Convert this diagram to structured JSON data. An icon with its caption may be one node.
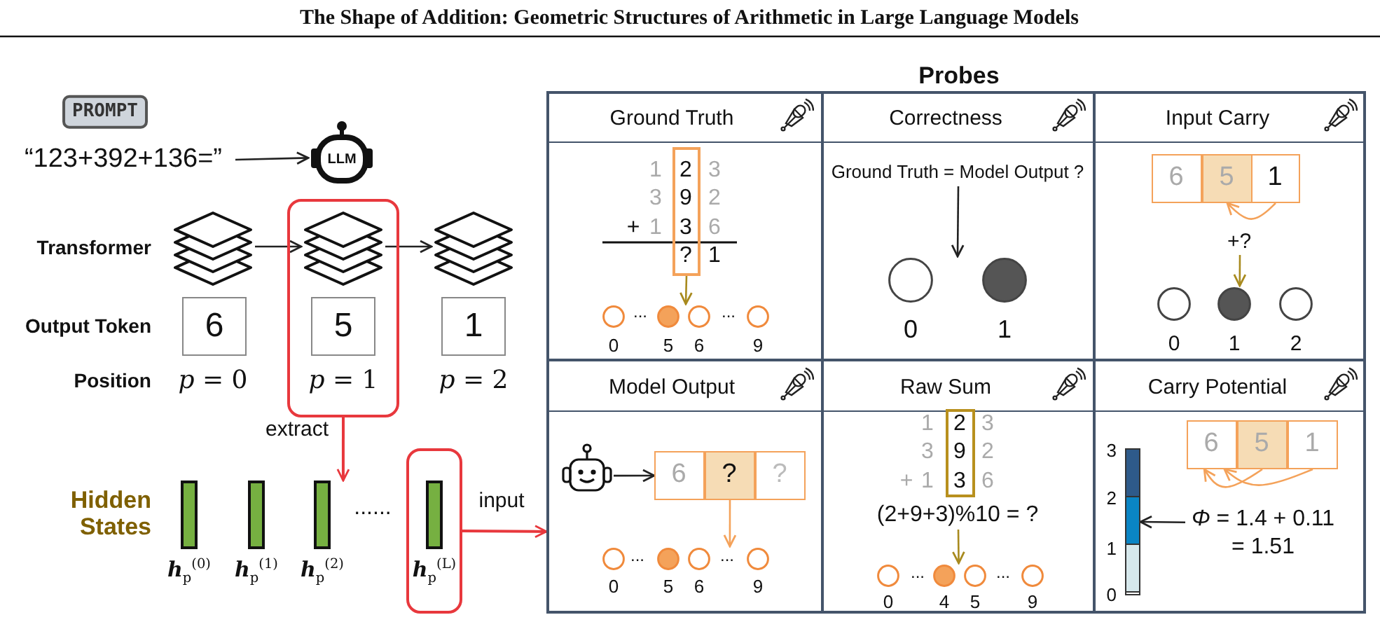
{
  "diagram": {
    "title": "The Shape of Addition: Geometric Structures of Arithmetic in Large Language Models",
    "nodes": [
      {
        "text": [
          "“123+392+136=”"
        ]
      },
      {
        "text": [
          "LLM"
        ]
      },
      {
        "text": [],
        "shape": "picture"
      },
      {
        "text": [],
        "shape": "box"
      },
      {
        "text": [],
        "shape": "picture",
        "in": 3
      },
      {
        "text": [],
        "shape": "picture"
      },
      {
        "text": [
          "6"
        ]
      },
      {
        "text": [
          "5"
        ],
        "in": 3
      },
      {
        "text": [
          "1"
        ]
      },
      {
        "text": [
          "**h**$_{p}$$^{(0)}$"
        ]
      },
      {
        "text": [
          "**h**$_{p}$$^{(1)}$"
        ]
      },
      {
        "text": [
          "**h**$_{p}$$^{(2)}$"
        ]
      },
      {
        "text": [],
        "shape": "box"
      },
      {
        "text": [
          "**h**$_{p}$$^{(L)}$"
        ],
        "in": 12
      },
      {
        "text": [
          "Probes"
        ]
      },
      {
        "text": [
          "Ground Truth"
        ],
        "in": 14
      },
      {
        "text": [
          "2",
          "9",
          "3",
          "?"
        ],
        "in": 15
      },
      {
        "text": [
          "Correctness"
        ],
        "in": 14
      },
      {
        "text": [
          "Ground Truth = Model Output ?"
        ],
        "in": 17
      },
      {
        "text": [
          "Input Carry"
        ],
        "in": 14
      },
      {
        "text": [
          "6"
        ],
        "in": 19
      },
      {
        "text": [
          "5"
        ],
        "in": 19
      },
      {
        "text": [
          "1"
        ],
        "in": 19
      },
      {
        "text": [
          "+?"
        ],
        "in": 19
      },
      {
        "text": [
          "Model Output"
        ],
        "in": 14
      },
      {
        "text": [],
        "shape": "robot",
        "in": 24
      },
      {
        "text": [
          "6"
        ],
        "in": 24
      },
      {
        "text": [
          "?"
        ],
        "in": 24
      },
      {
        "text": [
          "?"
        ],
        "in": 24
      },
      {
        "text": [
          "Raw Sum"
        ],
        "in": 14
      },
      {
        "text": [
          "2",
          "9",
          "3"
        ],
        "in": 29
      },
      {
        "text": [
          "(2+9+3)%10 = ?"
        ],
        "in": 29
      },
      {
        "text": [
          "Carry Potential"
        ],
        "in": 14
      },
      {
        "text": [
          "6"
        ],
        "in": 32
      },
      {
        "text": [
          "5"
        ],
        "in": 32
      },
      {
        "text": [
          "1"
        ],
        "in": 32
      },
      {
        "text": [],
        "shape": "bar",
        "in": 32
      },
      {
        "text": [
          "*Φ* = 1.4 + 0.11 = 1.51"
        ],
        "in": 32
      },
      {
        "text": [],
        "shape": "circle",
        "in": 15
      },
      {
        "text": [],
        "shape": "circle",
        "in": 17
      },
      {
        "text": [],
        "shape": "circle",
        "in": 19
      },
      {
        "text": [],
        "shape": "circle",
        "in": 24
      },
      {
        "text": [],
        "shape": "circle",
        "in": 29
      }
    ],
    "edges": [
      {
        "from": 0,
        "to": 1,
        "arrow": "to"
      },
      {
        "from": 2,
        "to": 4,
        "arrow": "to"
      },
      {
        "from": 4,
        "to": 5,
        "arrow": "to"
      },
      {
        "from": 3,
        "to": 11,
        "arrow": "to",
        "label": "extract",
        "color": "#e8383d"
      },
      {
        "from": 12,
        "to": 14,
        "arrow": "to",
        "label": "input",
        "color": "#e8383d"
      },
      {
        "from": 16,
        "to": 38,
        "arrow": "to",
        "color": "#a88a1e"
      },
      {
        "from": 18,
        "to": 39,
        "arrow": "to"
      },
      {
        "from": 22,
        "to": 21,
        "arrow": "to",
        "color": "#f4a25a"
      },
      {
        "from": 23,
        "to": 40,
        "arrow": "to",
        "color": "#a88a1e"
      },
      {
        "from": 25,
        "to": 26,
        "arrow": "to"
      },
      {
        "from": 27,
        "to": 41,
        "arrow": "to",
        "color": "#f4a25a"
      },
      {
        "from": 31,
        "to": 42,
        "arrow": "to",
        "color": "#a88a1e"
      },
      {
        "from": 34,
        "to": 33,
        "arrow": "to",
        "color": "#f4a25a"
      },
      {
        "from": 35,
        "to": 33,
        "arrow": "to",
        "color": "#f4a25a"
      },
      {
        "from": 37,
        "to": 36,
        "arrow": "to"
      }
    ],
    "labels": [
      "PROMPT",
      "Transformer",
      "Output Token",
      "Position",
      "*p* = 0",
      "*p* = 1",
      "*p* = 2",
      "Hidden States",
      "......",
      "1",
      "3",
      "3",
      "2",
      "+",
      "1",
      "6",
      "1",
      "...",
      "...",
      "0",
      "5",
      "6",
      "9",
      "0",
      "1",
      "0",
      "1",
      "2",
      "...",
      "...",
      "0",
      "5",
      "6",
      "9",
      "1",
      "3",
      "3",
      "2",
      "+",
      "1",
      "6",
      "...",
      "...",
      "0",
      "4",
      "5",
      "9",
      "3",
      "2",
      "1",
      "0"
    ]
  }
}
